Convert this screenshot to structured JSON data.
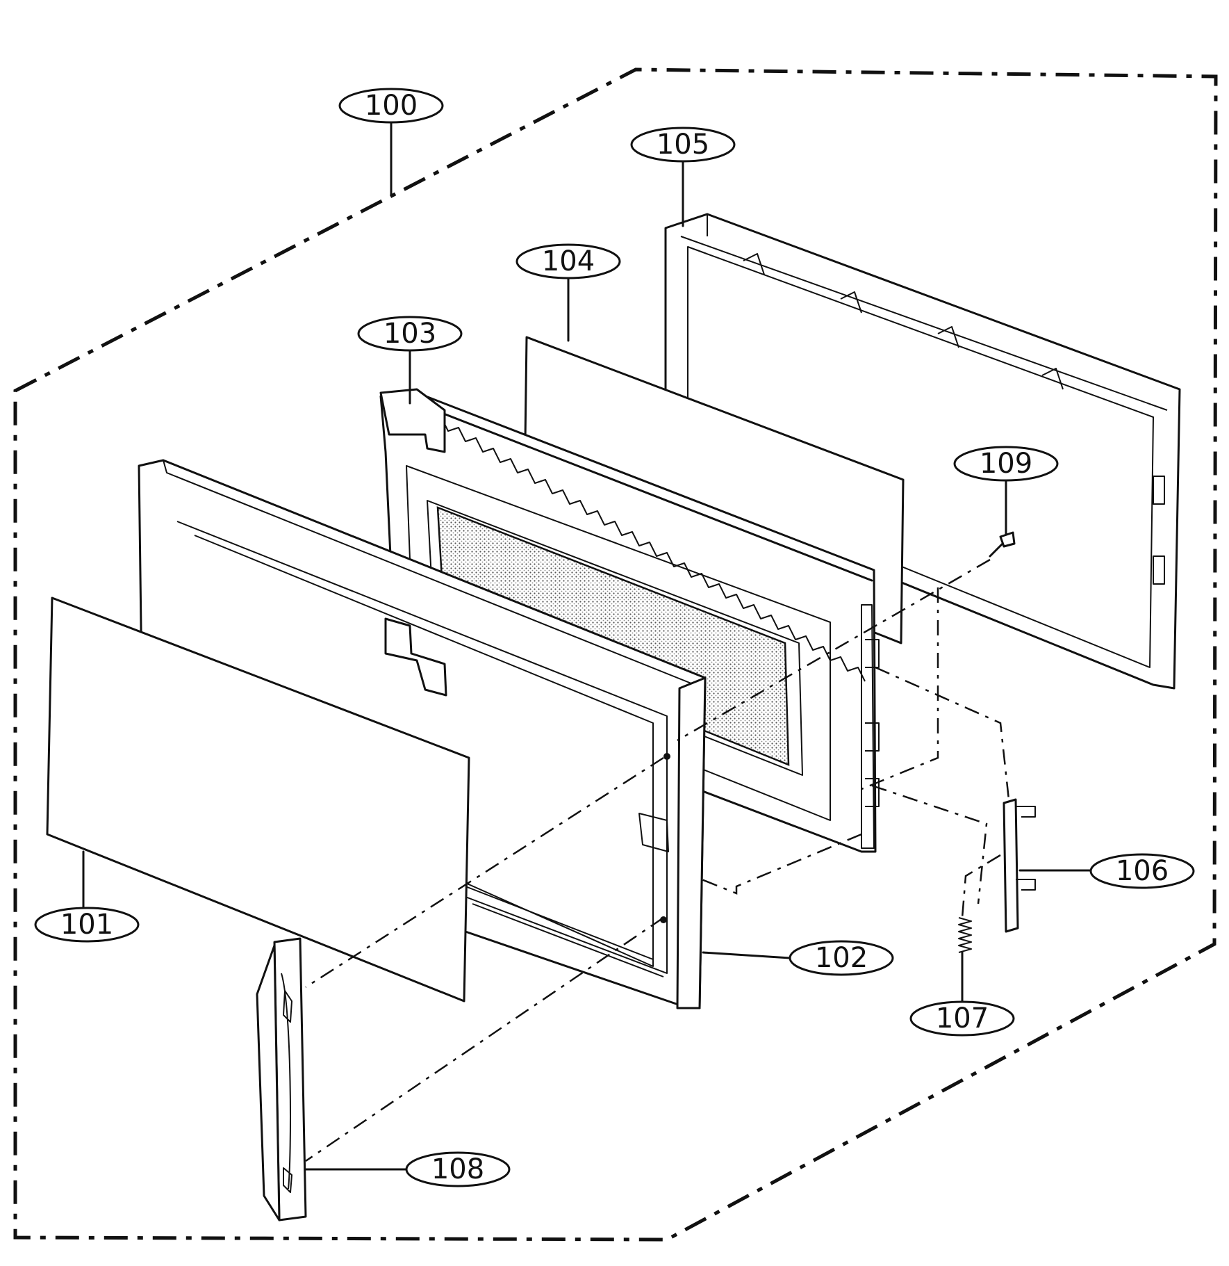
{
  "diagram": {
    "callouts": {
      "c100": "100",
      "c101": "101",
      "c102": "102",
      "c103": "103",
      "c104": "104",
      "c105": "105",
      "c106": "106",
      "c107": "107",
      "c108": "108",
      "c109": "109"
    }
  }
}
